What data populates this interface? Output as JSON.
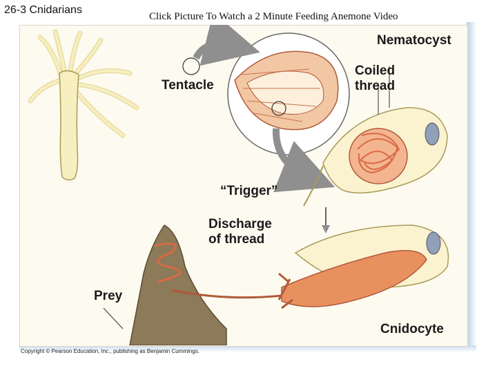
{
  "slide": {
    "title": "26-3 Cnidarians",
    "video_link": "Click Picture To Watch a 2 Minute Feeding Anemone Video"
  },
  "diagram": {
    "labels": {
      "nematocyst": "Nematocyst",
      "tentacle": "Tentacle",
      "coiled_thread_line1": "Coiled",
      "coiled_thread_line2": "thread",
      "trigger": "“Trigger”",
      "discharge_line1": "Discharge",
      "discharge_line2": "of thread",
      "prey": "Prey",
      "cnidocyte": "Cnidocyte"
    },
    "copyright": "Copyright © Pearson Education, Inc., publishing as Benjamin Cummings."
  },
  "colors": {
    "hydra_body": "#f7efc0",
    "hydra_outline": "#a89a5a",
    "arrow": "#8f8f8f",
    "thread": "#d96a45",
    "prey": "#8c7a58",
    "capsule": "#e9905f"
  }
}
